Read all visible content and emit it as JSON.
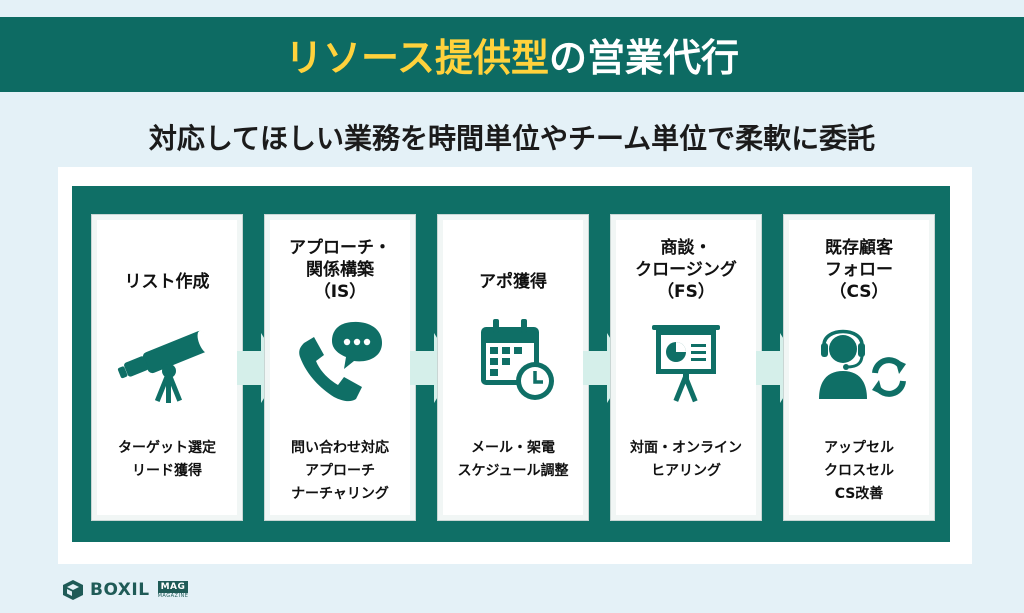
{
  "title": {
    "accent": "リソース提供型",
    "rest": "の営業代行"
  },
  "subtitle": "対応してほしい業務を時間単位やチーム単位で柔軟に委託",
  "steps": [
    {
      "title": [
        "リスト作成"
      ],
      "icon": "telescope-icon",
      "desc": [
        "ターゲット選定",
        "リード獲得"
      ]
    },
    {
      "title": [
        "アプローチ・",
        "関係構築",
        "（IS）"
      ],
      "icon": "phone-chat-icon",
      "desc": [
        "問い合わせ対応",
        "アプローチ",
        "ナーチャリング"
      ]
    },
    {
      "title": [
        "アポ獲得"
      ],
      "icon": "calendar-clock-icon",
      "desc": [
        "メール・架電",
        "スケジュール調整"
      ]
    },
    {
      "title": [
        "商談・",
        "クロージング",
        "（FS）"
      ],
      "icon": "presentation-icon",
      "desc": [
        "対面・オンライン",
        "ヒアリング"
      ]
    },
    {
      "title": [
        "既存顧客",
        "フォロー",
        "（CS）"
      ],
      "icon": "headset-refresh-icon",
      "desc": [
        "アップセル",
        "クロスセル",
        "CS改善"
      ]
    }
  ],
  "logo": {
    "text": "BOXIL",
    "mag": "MAG",
    "sub": "MAGAZINE"
  },
  "colors": {
    "teal": "#0f6f66",
    "accent": "#ffd23c",
    "icon": "#0f6f66",
    "arrow": "#d5efea"
  }
}
